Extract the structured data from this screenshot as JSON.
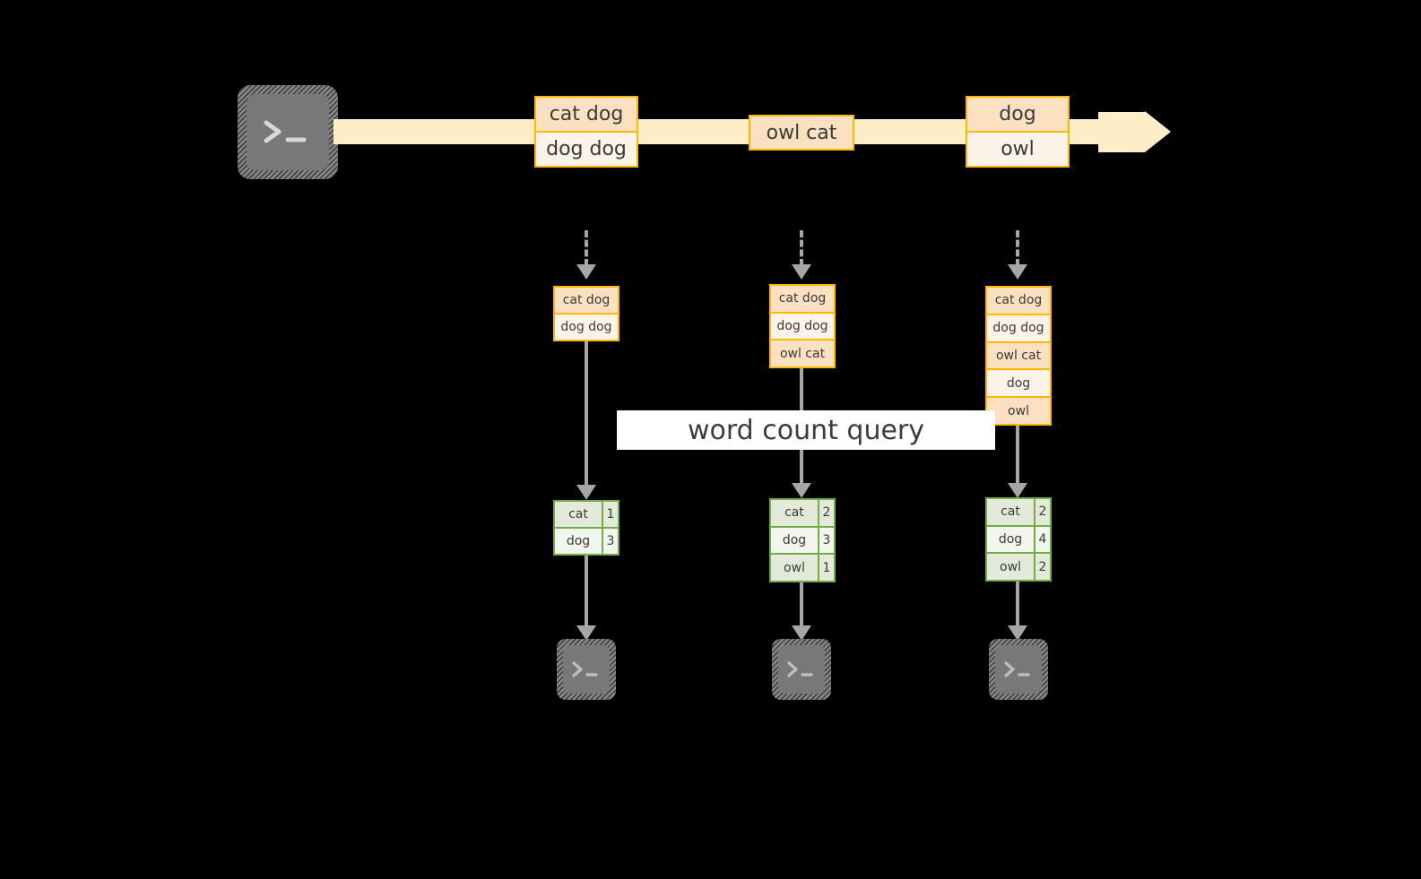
{
  "diagram": {
    "stream": {
      "source_icon": "terminal-icon",
      "groups": [
        {
          "name": "group-1",
          "lines": [
            "cat dog",
            "dog dog"
          ]
        },
        {
          "name": "group-2",
          "lines": [
            "owl cat"
          ]
        },
        {
          "name": "group-3",
          "lines": [
            "dog",
            "owl"
          ]
        }
      ],
      "arrow_color": "#fdeec8",
      "box_border_color": "#ffb700"
    },
    "query_label": "word count query",
    "columns": [
      {
        "name": "column-1",
        "input_lines": [
          "cat dog",
          "dog dog"
        ],
        "results": [
          {
            "word": "cat",
            "count": "1"
          },
          {
            "word": "dog",
            "count": "3"
          }
        ],
        "sink_icon": "terminal-icon"
      },
      {
        "name": "column-2",
        "input_lines": [
          "cat dog",
          "dog dog",
          "owl cat"
        ],
        "results": [
          {
            "word": "cat",
            "count": "2"
          },
          {
            "word": "dog",
            "count": "3"
          },
          {
            "word": "owl",
            "count": "1"
          }
        ],
        "sink_icon": "terminal-icon"
      },
      {
        "name": "column-3",
        "input_lines": [
          "cat dog",
          "dog dog",
          "owl cat",
          "dog",
          "owl"
        ],
        "results": [
          {
            "word": "cat",
            "count": "2"
          },
          {
            "word": "dog",
            "count": "4"
          },
          {
            "word": "owl",
            "count": "2"
          }
        ],
        "sink_icon": "terminal-icon"
      }
    ],
    "colors": {
      "background": "#000000",
      "stream_fill": "#fdeec8",
      "record_border": "#ffb700",
      "record_fill_dark": "#fce0c2",
      "record_fill_light": "#fdf3e8",
      "result_border": "#70ad47",
      "result_fill_dark": "#e3eada",
      "result_fill_light": "#f2f6ec",
      "connector": "#a6a6a6",
      "label_bg": "#ffffff",
      "text": "#3a3a3a"
    }
  }
}
